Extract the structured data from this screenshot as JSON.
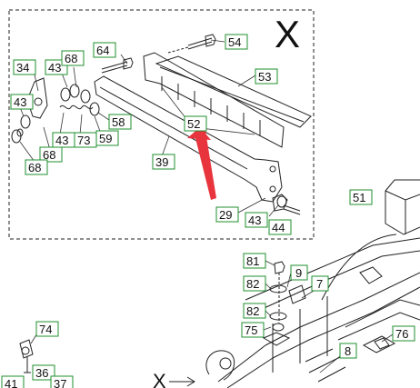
{
  "diagram": {
    "detail_view_label": "X",
    "view_marker_label": "X",
    "accent_color": "#e8343c",
    "callout_border_color": "#1f8f2e",
    "callouts": {
      "c64": "64",
      "c54": "54",
      "c53": "53",
      "c34": "34",
      "c43a": "43",
      "c68a": "68",
      "c43b": "43",
      "c43c": "43",
      "c73": "73",
      "c68b": "68",
      "c68c": "68",
      "c58": "58",
      "c59": "59",
      "c52": "52",
      "c39": "39",
      "c29": "29",
      "c43d": "43",
      "c44": "44",
      "c51": "51",
      "c81": "81",
      "c9": "9",
      "c82a": "82",
      "c7": "7",
      "c82b": "82",
      "c75": "75",
      "c76": "76",
      "c8": "8",
      "c74": "74",
      "c41": "41",
      "c36": "36",
      "c37": "37"
    }
  }
}
